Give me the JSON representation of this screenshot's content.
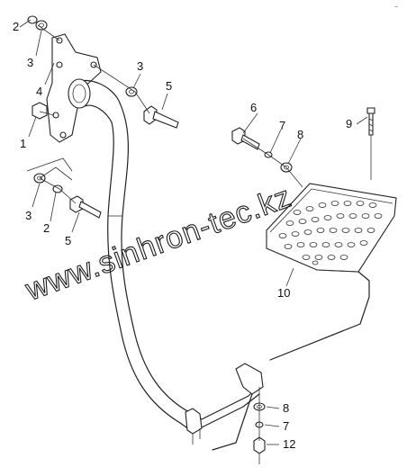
{
  "watermark": "www.sinhron-tec.kz",
  "corner_mark": "~",
  "callouts": {
    "c_2a": "2",
    "c_3a": "3",
    "c_4": "4",
    "c_3b": "3",
    "c_5a": "5",
    "c_1": "1",
    "c_3c": "3",
    "c_2b": "2",
    "c_5b": "5",
    "c_6": "6",
    "c_7a": "7",
    "c_8a": "8",
    "c_9": "9",
    "c_10": "10",
    "c_8b": "8",
    "c_7b": "7",
    "c_12": "12"
  }
}
